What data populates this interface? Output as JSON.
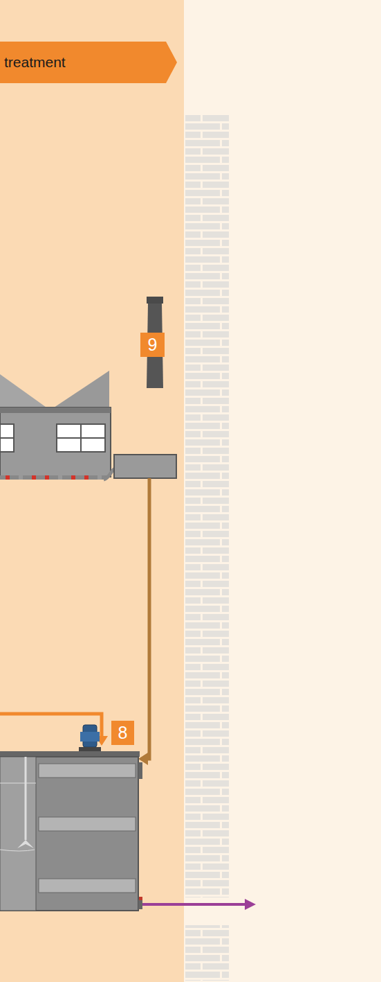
{
  "diagram": {
    "nodes": [
      {
        "text": [
          "treatment"
        ]
      }
    ],
    "labels": [
      "9",
      "8"
    ]
  }
}
